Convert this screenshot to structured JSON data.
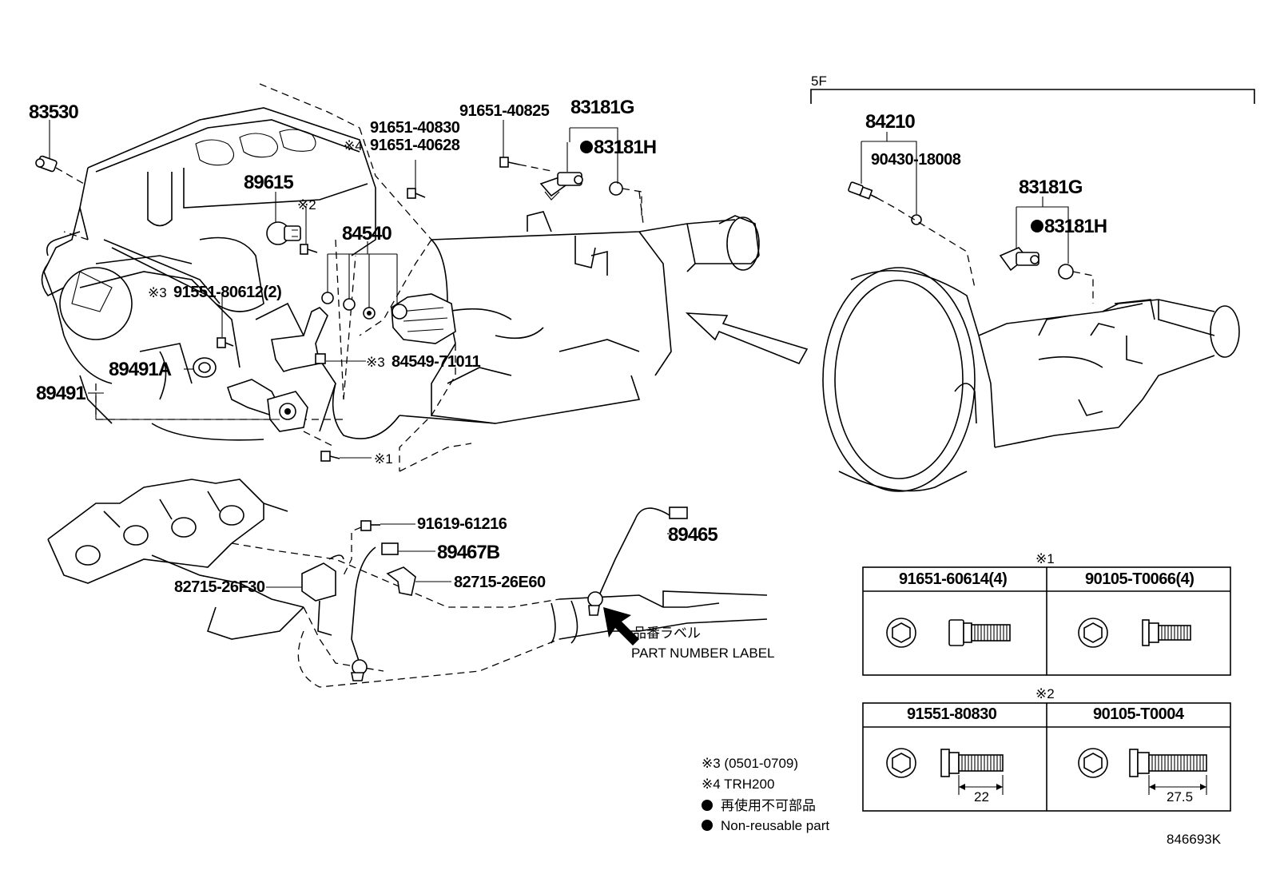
{
  "group_label": "5F",
  "parts": {
    "p83530": "83530",
    "p89615": "89615",
    "p91651_40830": "91651-40830",
    "p91651_40628": "91651-40628",
    "mark4": "※4",
    "p91651_40825": "91651-40825",
    "p83181G_left": "83181G",
    "p83181H_left": "83181H",
    "mark2_left": "※2",
    "p84540": "84540",
    "mark3_a": "※3",
    "p91551_80612": "91551-80612(2)",
    "mark3_b": "※3",
    "p84549_71011": "84549-71011",
    "p89491A": "89491A",
    "p89491": "89491",
    "mark1_left": "※1",
    "p84210": "84210",
    "p90430_18008": "90430-18008",
    "p83181G_right": "83181G",
    "p83181H_right": "83181H",
    "p91619_61216": "91619-61216",
    "p89467B": "89467B",
    "p82715_26E60": "82715-26E60",
    "p82715_26F30": "82715-26F30",
    "p89465": "89465",
    "label_jp": "品番ラベル",
    "label_en": "PART NUMBER LABEL"
  },
  "tables": {
    "t1": {
      "mark": "※1",
      "col1": "91651-60614(4)",
      "col2": "90105-T0066(4)"
    },
    "t2": {
      "mark": "※2",
      "col1": "91551-80830",
      "col2": "90105-T0004",
      "dim1": "22",
      "dim2": "27.5"
    }
  },
  "notes": {
    "n3": "※3 (0501-0709)",
    "n4": "※4 TRH200",
    "n_jp": "再使用不可部品",
    "n_en": "Non-reusable part"
  },
  "diagram_id": "846693K"
}
